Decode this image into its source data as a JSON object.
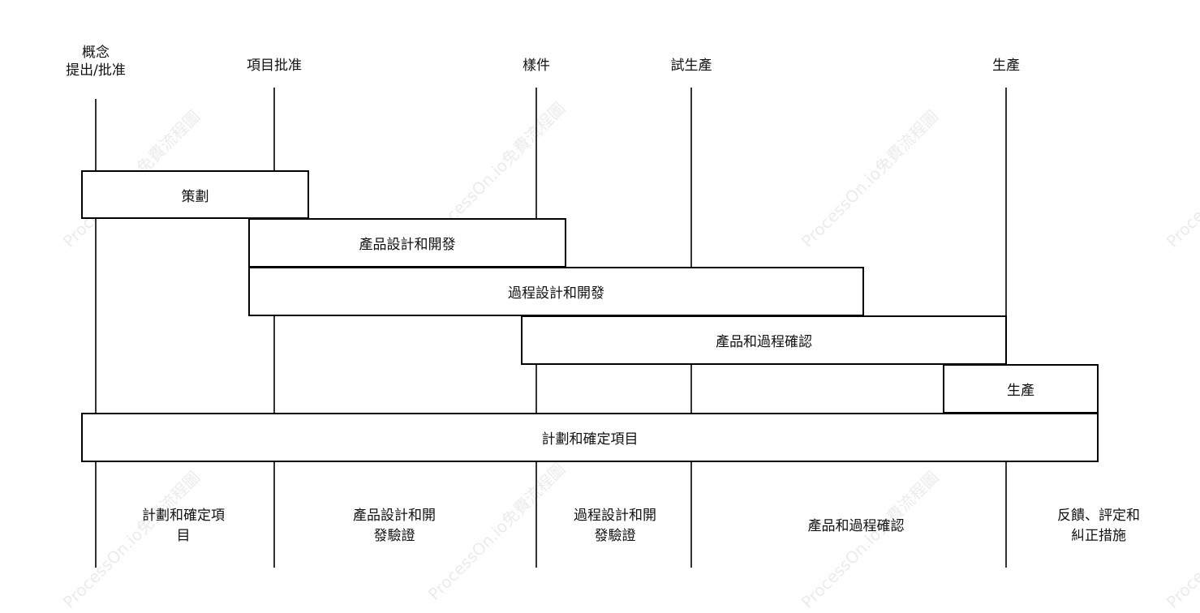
{
  "milestones": [
    {
      "label": "概念\n提出/批准"
    },
    {
      "label": "項目批准"
    },
    {
      "label": "樣件"
    },
    {
      "label": "試生產"
    },
    {
      "label": "生產"
    }
  ],
  "bars": [
    {
      "label": "策劃"
    },
    {
      "label": "產品設計和開發"
    },
    {
      "label": "過程設計和開發"
    },
    {
      "label": "產品和過程確認"
    },
    {
      "label": "生產"
    },
    {
      "label": "計劃和確定項目"
    }
  ],
  "phases": [
    {
      "label": "計劃和確定項\n目"
    },
    {
      "label": "產品設計和開\n發驗證"
    },
    {
      "label": "過程設計和開\n發驗證"
    },
    {
      "label": "產品和過程確認"
    },
    {
      "label": "反饋、評定和\n糾正措施"
    }
  ],
  "watermark": {
    "text": "ProcessOn.io免費流程圖"
  }
}
